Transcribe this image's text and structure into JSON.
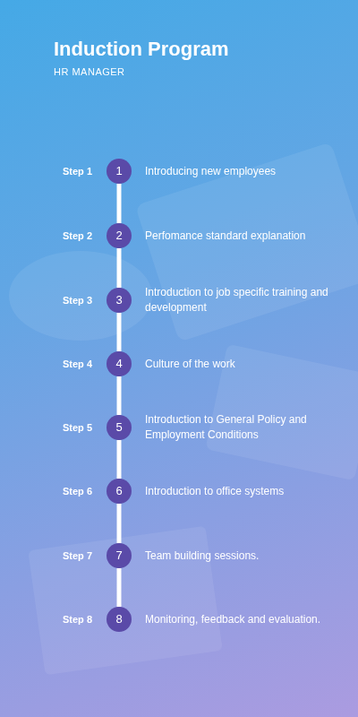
{
  "diagram": {
    "title": "Induction Program",
    "nodes": [
      {
        "text": [
          "Step 1",
          "1",
          "Introducing new employees"
        ]
      },
      {
        "text": [
          "Step 2",
          "2",
          "Perfomance standard explanation"
        ]
      },
      {
        "text": [
          "Step 3",
          "3",
          "Introduction to job specific training and development"
        ]
      },
      {
        "text": [
          "Step 4",
          "4",
          "Culture of the work"
        ]
      },
      {
        "text": [
          "Step 5",
          "5",
          "Introduction to General Policy and Employment Conditions"
        ]
      },
      {
        "text": [
          "Step 6",
          "6",
          "Introduction to office systems"
        ]
      },
      {
        "text": [
          "Step 7",
          "7",
          "Team building sessions."
        ]
      },
      {
        "text": [
          "Step 8",
          "8",
          "Monitoring, feedback and evaluation."
        ]
      }
    ],
    "edges": [
      {
        "from": 0,
        "to": 1,
        "arrow": "none"
      },
      {
        "from": 1,
        "to": 2,
        "arrow": "none"
      },
      {
        "from": 2,
        "to": 3,
        "arrow": "none"
      },
      {
        "from": 3,
        "to": 4,
        "arrow": "none"
      },
      {
        "from": 4,
        "to": 5,
        "arrow": "none"
      },
      {
        "from": 5,
        "to": 6,
        "arrow": "none"
      },
      {
        "from": 6,
        "to": 7,
        "arrow": "none"
      }
    ],
    "labels": [
      "HR MANAGER"
    ]
  }
}
